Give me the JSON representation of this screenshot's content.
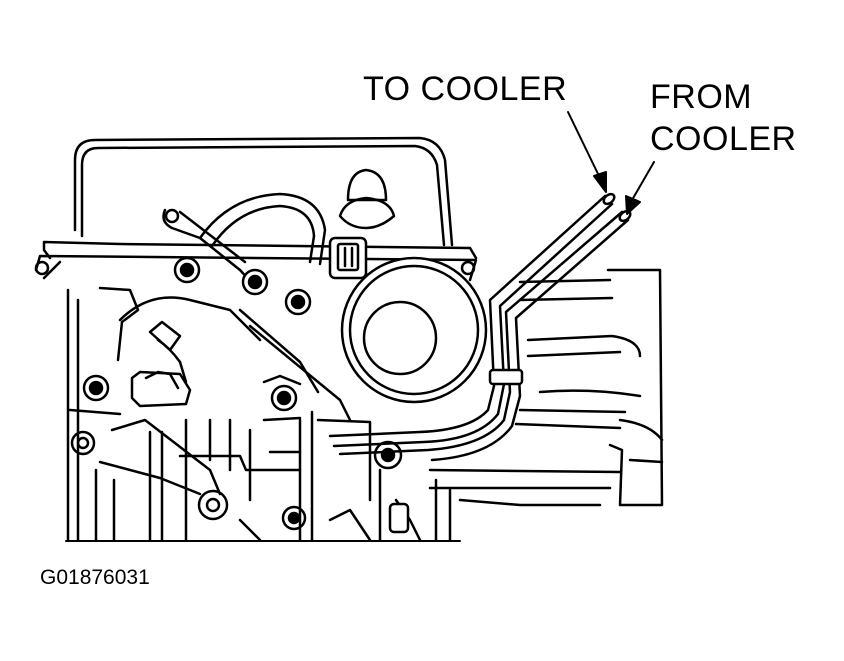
{
  "labels": {
    "to_cooler": "TO COOLER",
    "from_cooler_line1": "FROM",
    "from_cooler_line2": "COOLER"
  },
  "figure_id": "G01876031"
}
